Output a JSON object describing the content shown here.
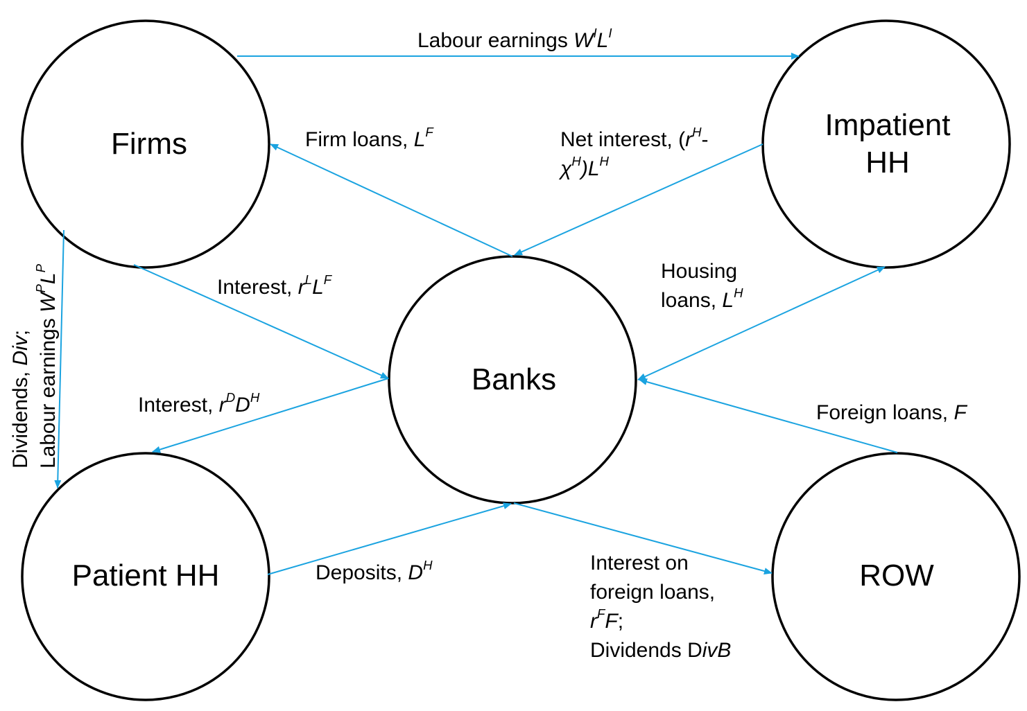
{
  "nodes": {
    "firms": "Firms",
    "impatient_hh": [
      "Impatient",
      "HH"
    ],
    "banks": "Banks",
    "patient_hh": "Patient HH",
    "row": "ROW"
  },
  "flows": {
    "labour_impatient": {
      "text": "Labour earnings ",
      "var": "W",
      "sup": "I",
      "var2": "L",
      "sup2": "I"
    },
    "firm_loans": {
      "text": "Firm loans, ",
      "var": "L",
      "sup": "F"
    },
    "net_interest": {
      "line1": "Net interest, (",
      "var1": "r",
      "sup1": "H",
      "dash": "-",
      "var2": "χ",
      "sup2": "H",
      "close": ")",
      "var3": "L",
      "sup3": "H"
    },
    "interest_firms": {
      "text": "Interest, ",
      "var1": "r",
      "sup1": "L",
      "var2": "L",
      "sup2": "F"
    },
    "housing_loans": {
      "line1": "Housing",
      "line2": "loans, ",
      "var": "L",
      "sup": "H"
    },
    "interest_deposits": {
      "text": "Interest, ",
      "var1": "r",
      "sup1": "D",
      "var2": "D",
      "sup2": "H"
    },
    "foreign_loans": {
      "text": "Foreign loans, ",
      "var": "F"
    },
    "dividends_patient": {
      "line1": "Dividends, ",
      "var1": "Div",
      "semi": ";",
      "line2": "Labour earnings ",
      "var2": "W",
      "sup2": "P",
      "var3": "L",
      "sup3": "P"
    },
    "deposits": {
      "text": "Deposits, ",
      "var": "D",
      "sup": "H"
    },
    "interest_foreign": {
      "line1": "Interest on",
      "line2": "foreign loans,",
      "var3": "r",
      "sup3": "F",
      "var3b": "F",
      "semi": ";",
      "line4": "Dividends D",
      "var4": "ivB"
    }
  },
  "colors": {
    "arrow": "#1aa3e0",
    "node_stroke": "#000000"
  }
}
